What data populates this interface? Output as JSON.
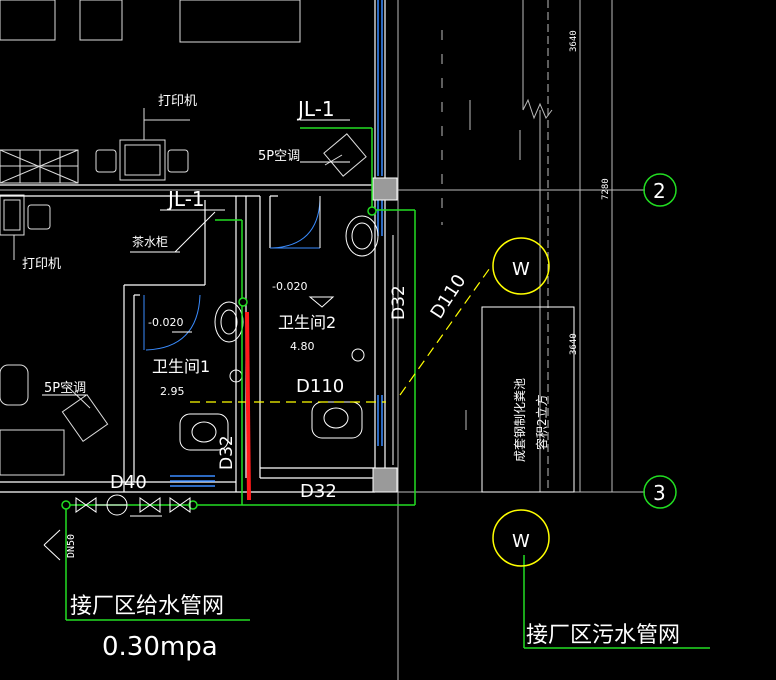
{
  "labels": {
    "printer_top": "打印机",
    "printer_left": "打印机",
    "jl_top": "JL-1",
    "jl_mid": "JL-1",
    "ac_top": "5P空调",
    "ac_left": "5P空调",
    "tea_cabinet": "茶水柜",
    "elev_room1": "-0.020",
    "elev_room2": "-0.020",
    "room1_name": "卫生间1",
    "room1_area": "2.95",
    "room2_name": "卫生间2",
    "room2_area": "4.80",
    "d32_right": "D32",
    "d32_room1": "D32",
    "d32_bottom": "D32",
    "d110_mid": "D110",
    "d110_diag": "D110",
    "d40": "D40",
    "dn_vertical": "DN50",
    "water_supply": "接厂区给水管网",
    "pressure": "0.30mpa",
    "sewer": "接厂区污水管网",
    "well_top": "W",
    "well_bottom": "W",
    "axis_2": "2",
    "axis_3": "3",
    "dim_3640_top": "3640",
    "dim_7280": "7280",
    "dim_3640_bottom": "3640",
    "equipment_line1": "成套钢制化粪池",
    "equipment_line2": "容积2立方"
  },
  "colors": {
    "wall": "#ffffff",
    "text": "#ffffff",
    "supply_pipe": "#22dd22",
    "window": "#3a8cff",
    "drain_pipe": "#ffff00",
    "riser_red": "#ff1a1a",
    "axis_circle": "#22dd22",
    "column": "#9a9a9a"
  }
}
